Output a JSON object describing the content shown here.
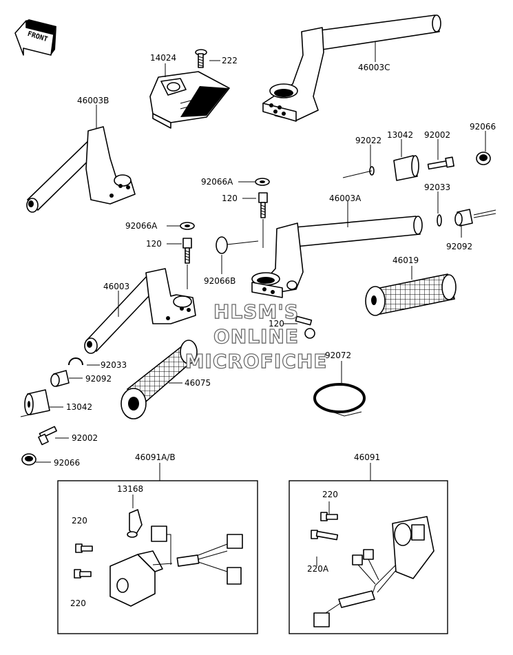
{
  "front_label": "FRONT",
  "labels": {
    "p14024": "14024",
    "p222": "222",
    "p46003C": "46003C",
    "p46003B": "46003B",
    "p92022": "92022",
    "p13042_top": "13042",
    "p92002_top": "92002",
    "p92066_top": "92066",
    "p92066A_top": "92066A",
    "p120_top": "120",
    "p46003A": "46003A",
    "p92033_top": "92033",
    "p92092_top": "92092",
    "p92066A_mid": "92066A",
    "p120_mid": "120",
    "p92066B": "92066B",
    "p46019": "46019",
    "p46003": "46003",
    "p120_low": "120",
    "p92072": "92072",
    "p92033_low": "92033",
    "p92092_low": "92092",
    "p46075": "46075",
    "p13042_low": "13042",
    "p92002_low": "92002",
    "p92066_low": "92066",
    "p46091AB": "46091A/B",
    "p46091": "46091",
    "p13168": "13168",
    "p220_a": "220",
    "p220_b": "220",
    "p220_c": "220",
    "p220A": "220A"
  },
  "watermark": {
    "line1": "HLSM'S",
    "line2": "ONLINE",
    "line3": "MICROFICHE"
  }
}
